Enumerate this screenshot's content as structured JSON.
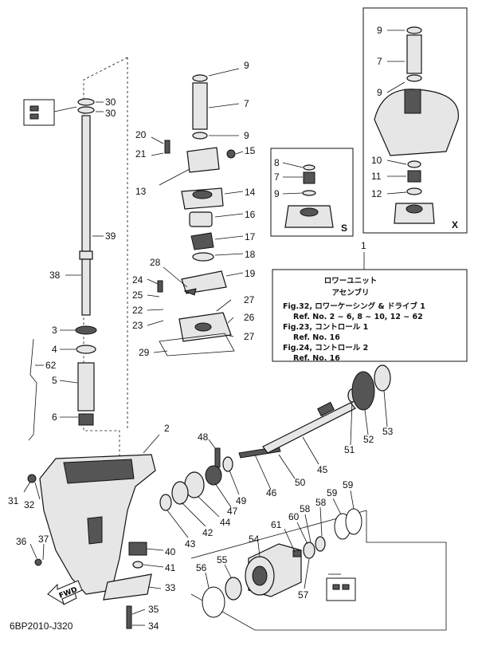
{
  "diagram_id": "6BP2010-J320",
  "inset_labels": {
    "s": "S",
    "x": "X",
    "fwd": "FWD"
  },
  "note": {
    "title": "ロワーユニット",
    "subtitle": "アセンブリ",
    "lines": [
      "Fig.32, ロワーケーシング & ドライブ 1",
      "Ref. No. 2 ~ 6, 8 ~ 10, 12 ~ 62",
      "Fig.23, コントロール 1",
      "Ref. No. 16",
      "Fig.24, コントロール 2",
      "Ref. No. 16"
    ]
  },
  "callouts": [
    {
      "text": "9"
    },
    {
      "text": "7"
    },
    {
      "text": "9"
    },
    {
      "text": "10"
    },
    {
      "text": "11"
    },
    {
      "text": "12"
    },
    {
      "text": "8"
    },
    {
      "text": "7"
    },
    {
      "text": "9"
    },
    {
      "text": "1"
    },
    {
      "text": "9"
    },
    {
      "text": "7"
    },
    {
      "text": "9"
    },
    {
      "text": "20"
    },
    {
      "text": "21"
    },
    {
      "text": "15"
    },
    {
      "text": "13"
    },
    {
      "text": "14"
    },
    {
      "text": "16"
    },
    {
      "text": "17"
    },
    {
      "text": "18"
    },
    {
      "text": "19"
    },
    {
      "text": "28"
    },
    {
      "text": "24"
    },
    {
      "text": "25"
    },
    {
      "text": "22"
    },
    {
      "text": "23"
    },
    {
      "text": "27"
    },
    {
      "text": "26"
    },
    {
      "text": "27"
    },
    {
      "text": "29"
    },
    {
      "text": "30"
    },
    {
      "text": "30"
    },
    {
      "text": "39"
    },
    {
      "text": "38"
    },
    {
      "text": "3"
    },
    {
      "text": "4"
    },
    {
      "text": "62"
    },
    {
      "text": "5"
    },
    {
      "text": "6"
    },
    {
      "text": "2"
    },
    {
      "text": "31"
    },
    {
      "text": "32"
    },
    {
      "text": "36"
    },
    {
      "text": "37"
    },
    {
      "text": "40"
    },
    {
      "text": "41"
    },
    {
      "text": "33"
    },
    {
      "text": "35"
    },
    {
      "text": "34"
    },
    {
      "text": "48"
    },
    {
      "text": "49"
    },
    {
      "text": "47"
    },
    {
      "text": "44"
    },
    {
      "text": "42"
    },
    {
      "text": "43"
    },
    {
      "text": "46"
    },
    {
      "text": "50"
    },
    {
      "text": "45"
    },
    {
      "text": "51"
    },
    {
      "text": "52"
    },
    {
      "text": "53"
    },
    {
      "text": "61"
    },
    {
      "text": "60"
    },
    {
      "text": "58"
    },
    {
      "text": "58"
    },
    {
      "text": "59"
    },
    {
      "text": "59"
    },
    {
      "text": "54"
    },
    {
      "text": "55"
    },
    {
      "text": "56"
    },
    {
      "text": "57"
    }
  ]
}
